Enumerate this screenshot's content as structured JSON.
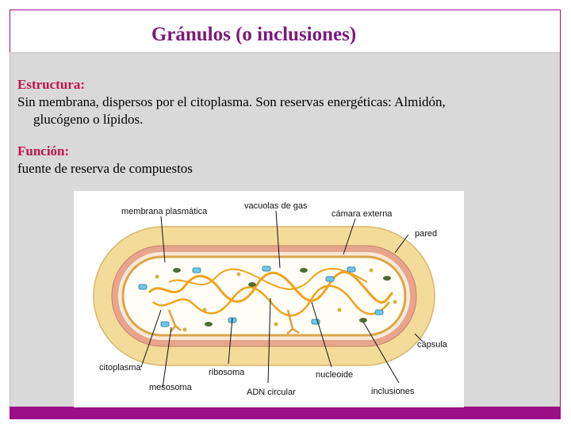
{
  "slide": {
    "title": "Gránulos (o inclusiones)",
    "sections": [
      {
        "heading": "Estructura:",
        "lines": [
          "Sin membrana, dispersos por el citoplasma. Son reservas energéticas: Almidón,",
          "glucógeno o lípidos."
        ]
      },
      {
        "heading": "Función:",
        "lines": [
          "fuente de reserva de compuestos"
        ]
      }
    ]
  },
  "diagram": {
    "labels": {
      "membrana": "membrana plasmática",
      "vacuolas": "vacuolas de gas",
      "camara": "cámara externa",
      "pared": "pared",
      "capsula": "cápsula",
      "citoplasma": "citoplasma",
      "mesosoma": "mesosoma",
      "ribosoma": "ribosoma",
      "adn": "ADN circular",
      "nucleoide": "nucleoide",
      "inclusiones": "inclusiones"
    },
    "colors": {
      "capsule": "#f3dc9a",
      "wall": "#e8a58d",
      "membrane": "#d8a74a",
      "dna": "#f0a21e",
      "gas_vacuole": "#70c6e7",
      "inclusion": "#4d6d33"
    }
  },
  "theme": {
    "accent": "#9b0e86",
    "title_color": "#7b1a78",
    "heading_color": "#c0134f"
  }
}
